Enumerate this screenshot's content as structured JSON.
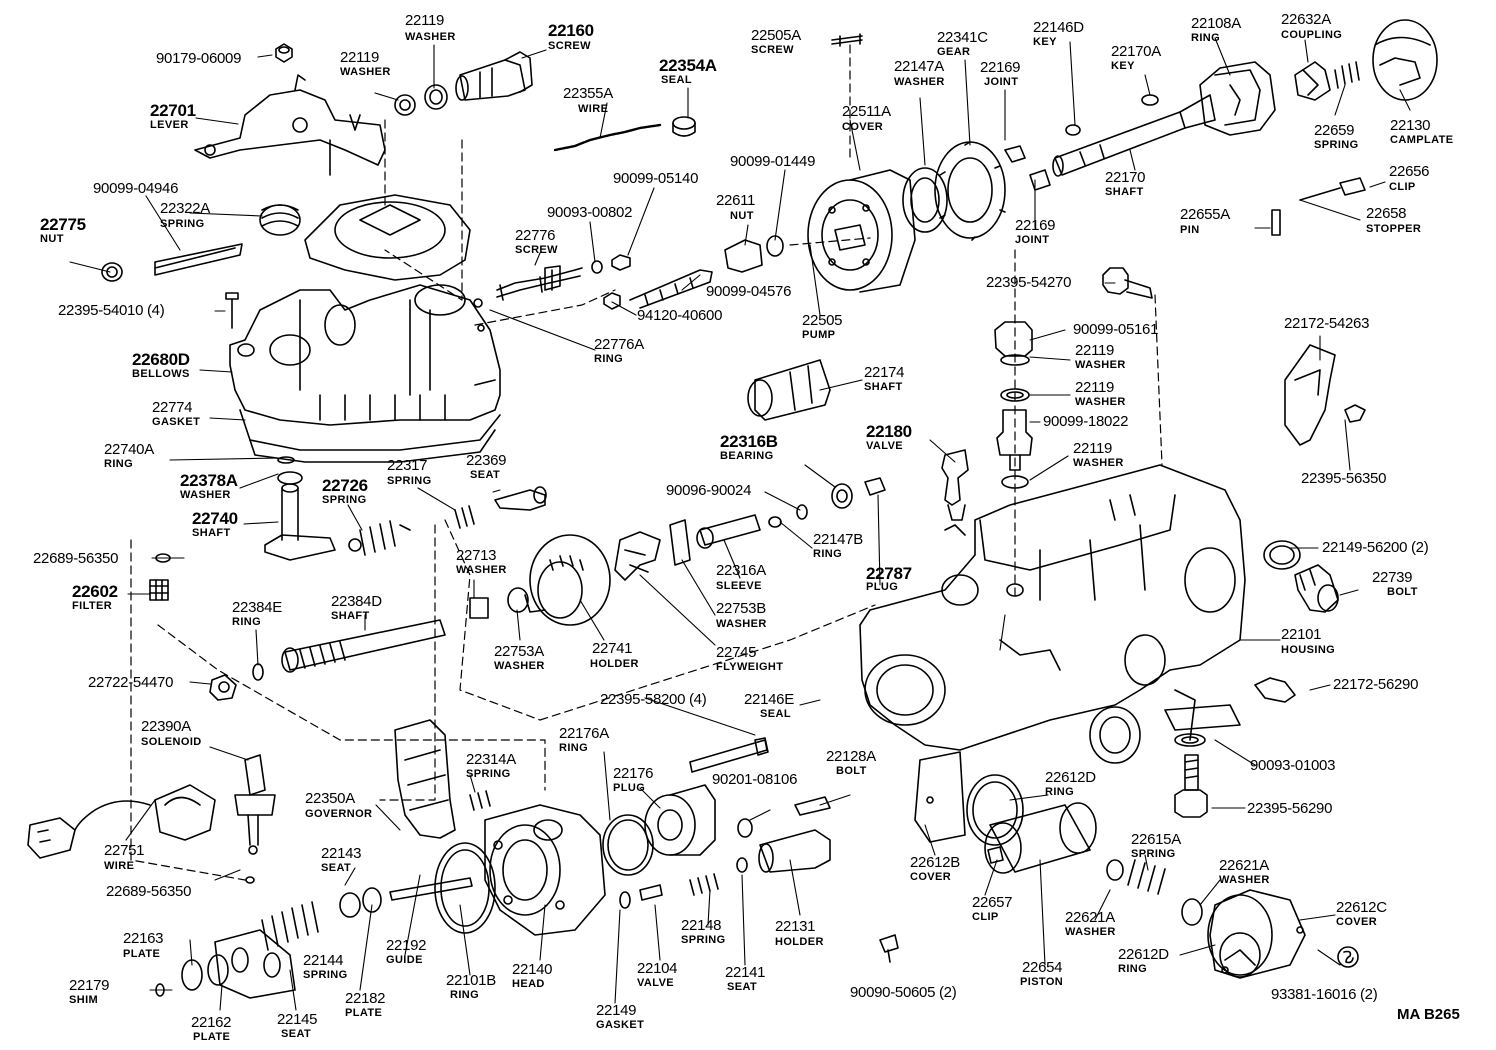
{
  "diagram_code": "MA  B265",
  "parts": [
    {
      "id": "p01",
      "number": "90179-06009",
      "name": ""
    },
    {
      "id": "p02",
      "number": "22119",
      "name": "WASHER"
    },
    {
      "id": "p03",
      "number": "22160",
      "name": "SCREW"
    },
    {
      "id": "p04",
      "number": "22119",
      "name": "WASHER"
    },
    {
      "id": "p05",
      "number": "22701",
      "name": "LEVER"
    },
    {
      "id": "p06",
      "number": "90099-04946",
      "name": ""
    },
    {
      "id": "p07",
      "number": "22322A",
      "name": "SPRING"
    },
    {
      "id": "p08",
      "number": "22775",
      "name": "NUT"
    },
    {
      "id": "p09",
      "number": "22395-54010 (4)",
      "name": ""
    },
    {
      "id": "p10",
      "number": "22680D",
      "name": "BELLOWS"
    },
    {
      "id": "p11",
      "number": "22774",
      "name": "GASKET"
    },
    {
      "id": "p12",
      "number": "22740A",
      "name": "RING"
    },
    {
      "id": "p13",
      "number": "22378A",
      "name": "WASHER"
    },
    {
      "id": "p14",
      "number": "22740",
      "name": "SHAFT"
    },
    {
      "id": "p15",
      "number": "22726",
      "name": "SPRING"
    },
    {
      "id": "p16",
      "number": "22317",
      "name": "SPRING"
    },
    {
      "id": "p17",
      "number": "22369",
      "name": "SEAT"
    },
    {
      "id": "p18",
      "number": "22689-56350",
      "name": ""
    },
    {
      "id": "p19",
      "number": "22602",
      "name": "FILTER"
    },
    {
      "id": "p20",
      "number": "22384E",
      "name": "RING"
    },
    {
      "id": "p21",
      "number": "22384D",
      "name": "SHAFT"
    },
    {
      "id": "p22",
      "number": "22713",
      "name": "WASHER"
    },
    {
      "id": "p23",
      "number": "22753A",
      "name": "WASHER"
    },
    {
      "id": "p24",
      "number": "22741",
      "name": "HOLDER"
    },
    {
      "id": "p25",
      "number": "22722-54470",
      "name": ""
    },
    {
      "id": "p26",
      "number": "22390A",
      "name": "SOLENOID"
    },
    {
      "id": "p27",
      "number": "22751",
      "name": "WIRE"
    },
    {
      "id": "p28",
      "number": "22689-56350",
      "name": ""
    },
    {
      "id": "p29",
      "number": "22350A",
      "name": "GOVERNOR"
    },
    {
      "id": "p30",
      "number": "22314A",
      "name": "SPRING"
    },
    {
      "id": "p31",
      "number": "22143",
      "name": "SEAT"
    },
    {
      "id": "p32",
      "number": "22163",
      "name": "PLATE"
    },
    {
      "id": "p33",
      "number": "22144",
      "name": "SPRING"
    },
    {
      "id": "p34",
      "number": "22179",
      "name": "SHIM"
    },
    {
      "id": "p35",
      "number": "22162",
      "name": "PLATE"
    },
    {
      "id": "p36",
      "number": "22145",
      "name": "SEAT"
    },
    {
      "id": "p37",
      "number": "22182",
      "name": "PLATE"
    },
    {
      "id": "p38",
      "number": "22192",
      "name": "GUIDE"
    },
    {
      "id": "p39",
      "number": "22101B",
      "name": "RING"
    },
    {
      "id": "p40",
      "number": "22140",
      "name": "HEAD"
    },
    {
      "id": "p41",
      "number": "22176A",
      "name": "RING"
    },
    {
      "id": "p42",
      "number": "22176",
      "name": "PLUG"
    },
    {
      "id": "p43",
      "number": "22149",
      "name": "GASKET"
    },
    {
      "id": "p44",
      "number": "22104",
      "name": "VALVE"
    },
    {
      "id": "p45",
      "number": "22148",
      "name": "SPRING"
    },
    {
      "id": "p46",
      "number": "22141",
      "name": "SEAT"
    },
    {
      "id": "p47",
      "number": "90201-08106",
      "name": ""
    },
    {
      "id": "p48",
      "number": "22128A",
      "name": "BOLT"
    },
    {
      "id": "p49",
      "number": "22131",
      "name": "HOLDER"
    },
    {
      "id": "p50",
      "number": "22395-58200 (4)",
      "name": ""
    },
    {
      "id": "p51",
      "number": "22146E",
      "name": "SEAL"
    },
    {
      "id": "p52",
      "number": "22745",
      "name": "FLYWEIGHT"
    },
    {
      "id": "p53",
      "number": "22753B",
      "name": "WASHER"
    },
    {
      "id": "p54",
      "number": "22316A",
      "name": "SLEEVE"
    },
    {
      "id": "p55",
      "number": "22147B",
      "name": "RING"
    },
    {
      "id": "p56",
      "number": "22787",
      "name": "PLUG"
    },
    {
      "id": "p57",
      "number": "90096-90024",
      "name": ""
    },
    {
      "id": "p58",
      "number": "22316B",
      "name": "BEARING"
    },
    {
      "id": "p59",
      "number": "22180",
      "name": "VALVE"
    },
    {
      "id": "p60",
      "number": "22174",
      "name": "SHAFT"
    },
    {
      "id": "p61",
      "number": "22355A",
      "name": "WIRE"
    },
    {
      "id": "p62",
      "number": "22354A",
      "name": "SEAL"
    },
    {
      "id": "p63",
      "number": "22505A",
      "name": "SCREW"
    },
    {
      "id": "p64",
      "number": "22511A",
      "name": "COVER"
    },
    {
      "id": "p65",
      "number": "90099-05140",
      "name": ""
    },
    {
      "id": "p66",
      "number": "90093-00802",
      "name": ""
    },
    {
      "id": "p67",
      "number": "22776",
      "name": "SCREW"
    },
    {
      "id": "p68",
      "number": "22611",
      "name": "NUT"
    },
    {
      "id": "p69",
      "number": "90099-01449",
      "name": ""
    },
    {
      "id": "p70",
      "number": "90099-04576",
      "name": ""
    },
    {
      "id": "p71",
      "number": "94120-40600",
      "name": ""
    },
    {
      "id": "p72",
      "number": "22776A",
      "name": "RING"
    },
    {
      "id": "p73",
      "number": "22505",
      "name": "PUMP"
    },
    {
      "id": "p74",
      "number": "22147A",
      "name": "WASHER"
    },
    {
      "id": "p75",
      "number": "22341C",
      "name": "GEAR"
    },
    {
      "id": "p76",
      "number": "22169",
      "name": "JOINT"
    },
    {
      "id": "p77",
      "number": "22169",
      "name": "JOINT"
    },
    {
      "id": "p78",
      "number": "22146D",
      "name": "KEY"
    },
    {
      "id": "p79",
      "number": "22170A",
      "name": "KEY"
    },
    {
      "id": "p80",
      "number": "22170",
      "name": "SHAFT"
    },
    {
      "id": "p81",
      "number": "22108A",
      "name": "RING"
    },
    {
      "id": "p82",
      "number": "22632A",
      "name": "COUPLING"
    },
    {
      "id": "p83",
      "number": "22659",
      "name": "SPRING"
    },
    {
      "id": "p84",
      "number": "22130",
      "name": "CAMPLATE"
    },
    {
      "id": "p85",
      "number": "22656",
      "name": "CLIP"
    },
    {
      "id": "p86",
      "number": "22655A",
      "name": "PIN"
    },
    {
      "id": "p87",
      "number": "22658",
      "name": "STOPPER"
    },
    {
      "id": "p88",
      "number": "22395-54270",
      "name": ""
    },
    {
      "id": "p89",
      "number": "90099-05161",
      "name": ""
    },
    {
      "id": "p90",
      "number": "22119",
      "name": "WASHER"
    },
    {
      "id": "p91",
      "number": "22119",
      "name": "WASHER"
    },
    {
      "id": "p92",
      "number": "90099-18022",
      "name": ""
    },
    {
      "id": "p93",
      "number": "22119",
      "name": "WASHER"
    },
    {
      "id": "p94",
      "number": "22172-54263",
      "name": ""
    },
    {
      "id": "p95",
      "number": "22395-56350",
      "name": ""
    },
    {
      "id": "p96",
      "number": "22149-56200 (2)",
      "name": ""
    },
    {
      "id": "p97",
      "number": "22739",
      "name": "BOLT"
    },
    {
      "id": "p98",
      "number": "22101",
      "name": "HOUSING"
    },
    {
      "id": "p99",
      "number": "22172-56290",
      "name": ""
    },
    {
      "id": "p100",
      "number": "90093-01003",
      "name": ""
    },
    {
      "id": "p101",
      "number": "22395-56290",
      "name": ""
    },
    {
      "id": "p102",
      "number": "22612D",
      "name": "RING"
    },
    {
      "id": "p103",
      "number": "22612B",
      "name": "COVER"
    },
    {
      "id": "p104",
      "number": "22657",
      "name": "CLIP"
    },
    {
      "id": "p105",
      "number": "22654",
      "name": "PISTON"
    },
    {
      "id": "p106",
      "number": "22621A",
      "name": "WASHER"
    },
    {
      "id": "p107",
      "number": "22615A",
      "name": "SPRING"
    },
    {
      "id": "p108",
      "number": "22621A",
      "name": "WASHER"
    },
    {
      "id": "p109",
      "number": "22612C",
      "name": "COVER"
    },
    {
      "id": "p110",
      "number": "22612D",
      "name": "RING"
    },
    {
      "id": "p111",
      "number": "90090-50605 (2)",
      "name": ""
    },
    {
      "id": "p112",
      "number": "93381-16016 (2)",
      "name": ""
    }
  ]
}
